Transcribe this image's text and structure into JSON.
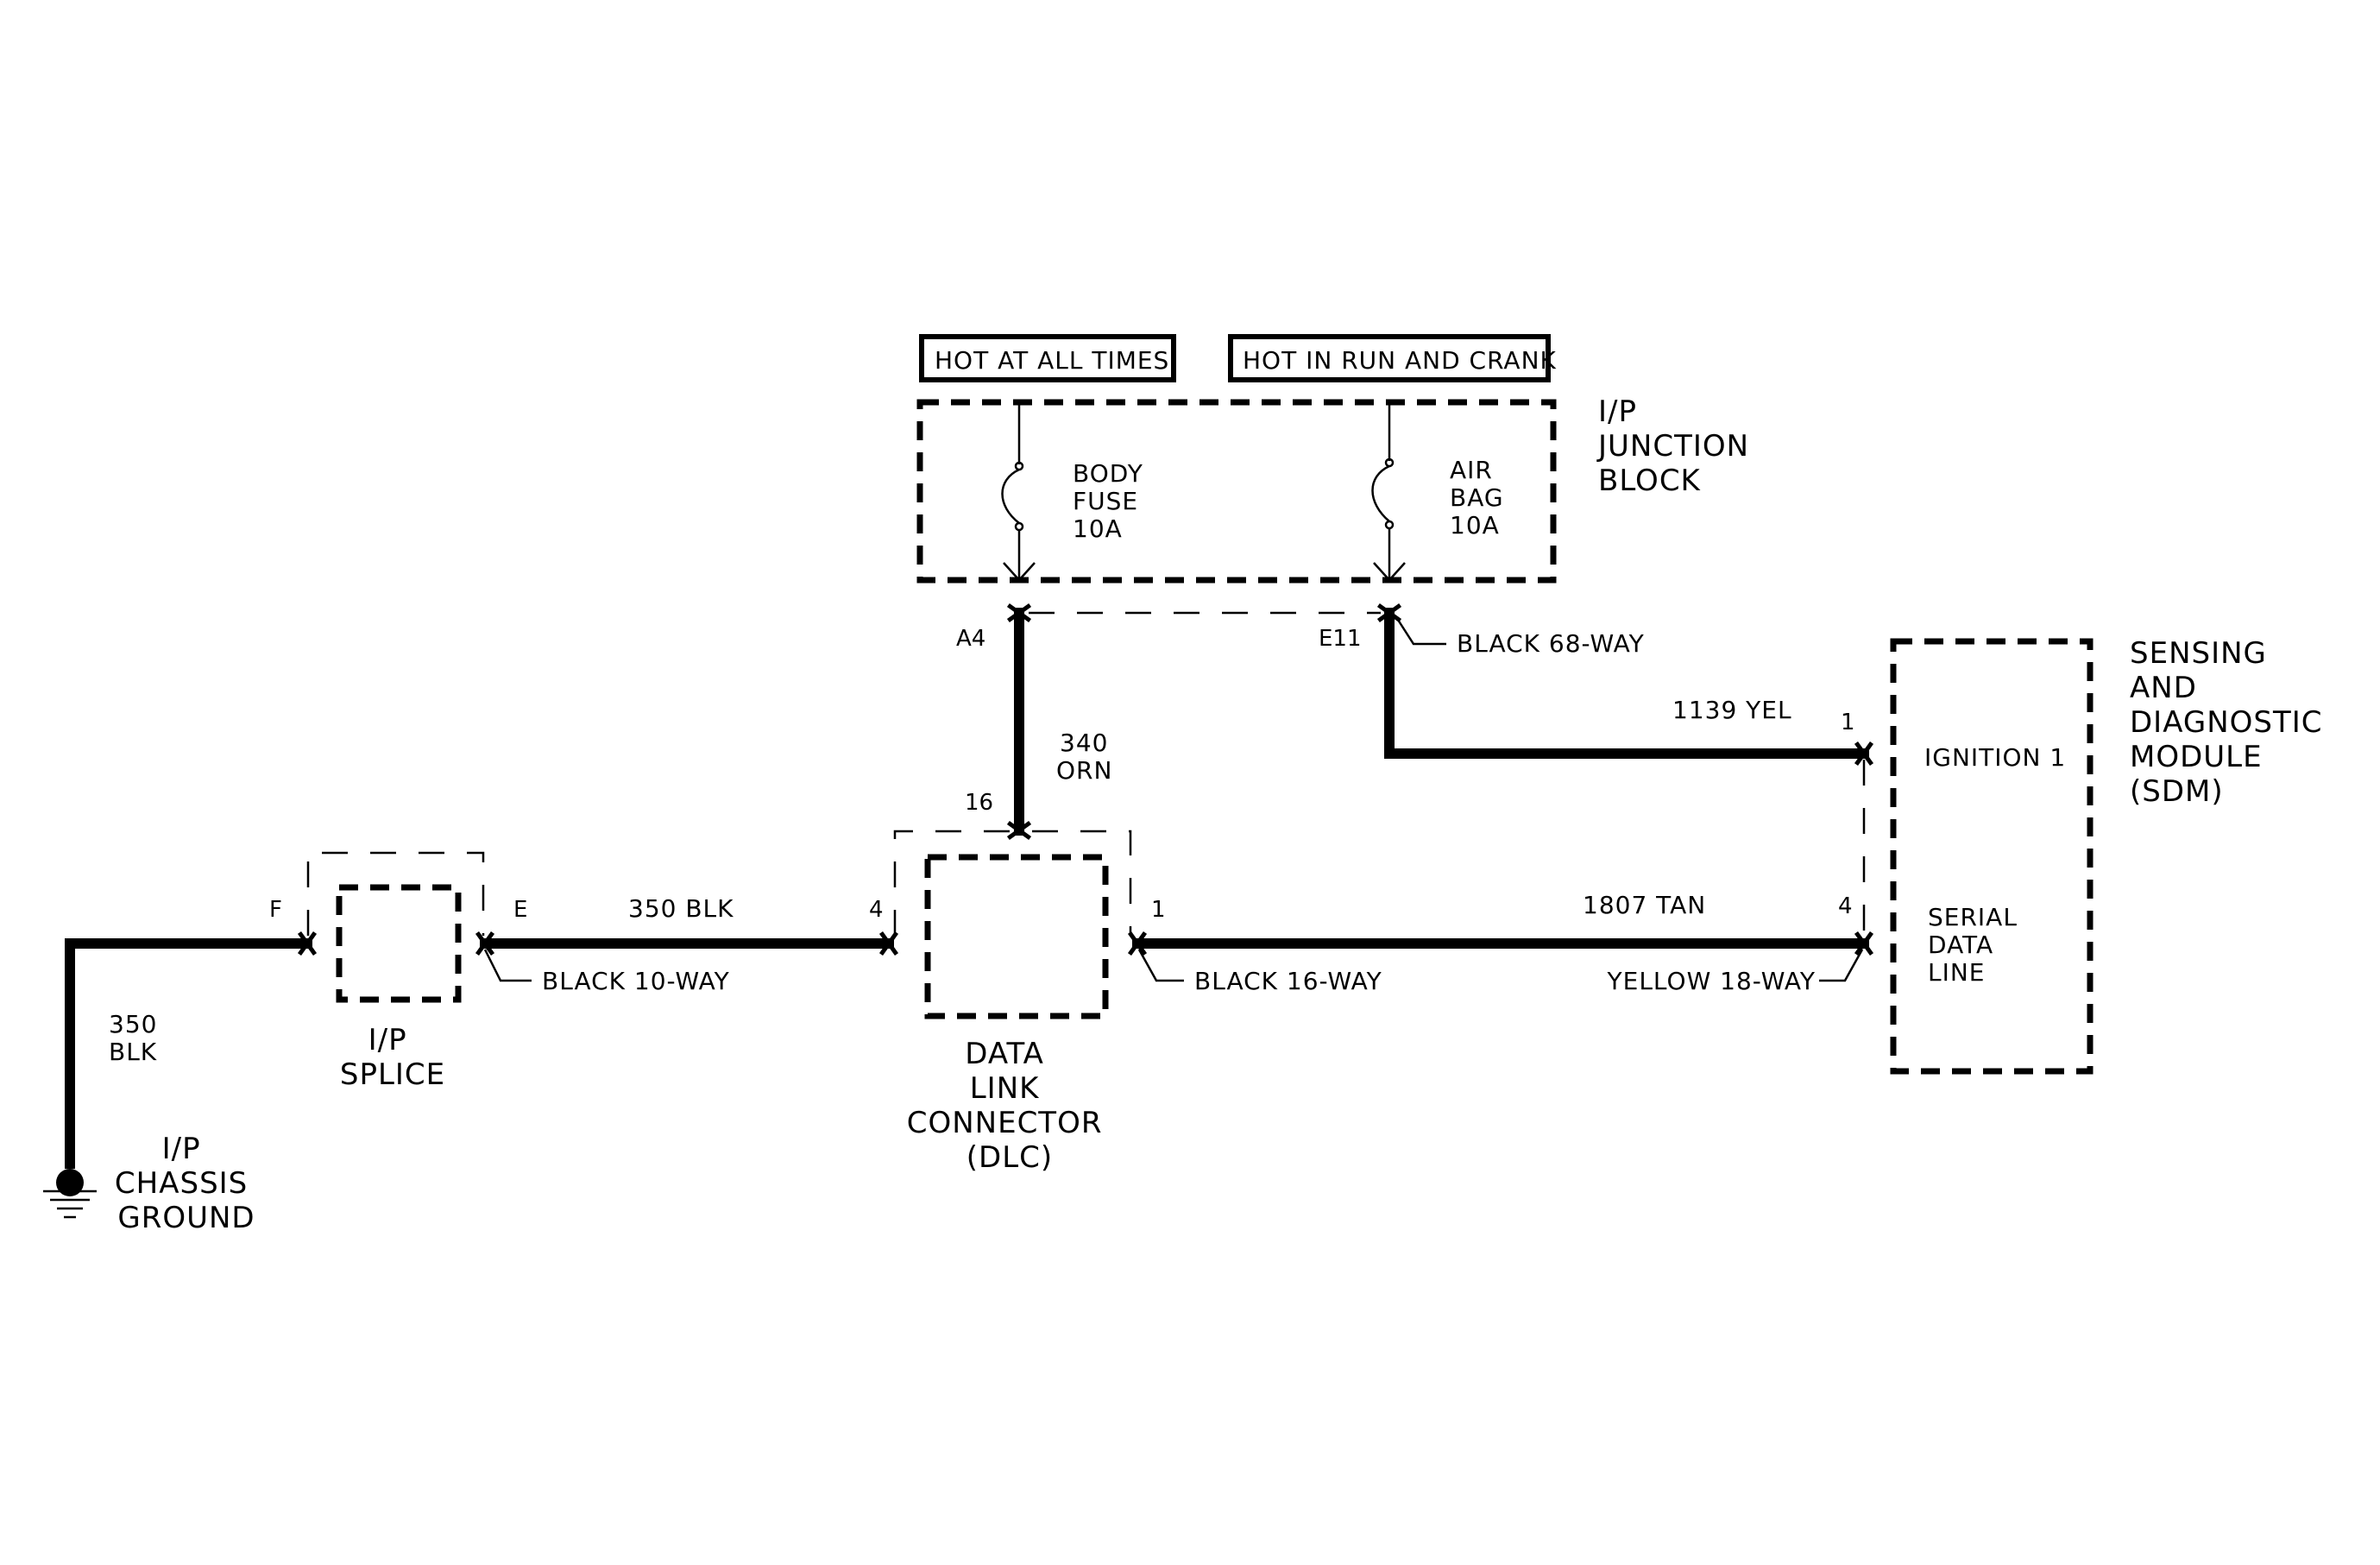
{
  "labels": {
    "hot_at_all_times": "HOT AT ALL TIMES",
    "hot_in_run_crank": "HOT IN RUN AND CRANK",
    "ip_junction_block": [
      "I/P",
      "JUNCTION",
      "BLOCK"
    ],
    "body_fuse": [
      "BODY",
      "FUSE",
      "10A"
    ],
    "air_bag_fuse": [
      "AIR",
      "BAG",
      "10A"
    ],
    "sdm": [
      "SENSING",
      "AND",
      "DIAGNOSTIC",
      "MODULE",
      "(SDM)"
    ],
    "ignition_1": "IGNITION 1",
    "serial_data_line": [
      "SERIAL",
      "DATA",
      "LINE"
    ],
    "dlc": [
      "DATA",
      "LINK",
      "CONNECTOR",
      "(DLC)"
    ],
    "ip_splice": [
      "I/P",
      "SPLICE"
    ],
    "ip_chassis_ground": [
      "I/P",
      "CHASSIS",
      "GROUND"
    ]
  },
  "wires": {
    "w340": [
      "340",
      "ORN"
    ],
    "w1139": "1139 YEL",
    "w350_horiz": "350 BLK",
    "w350_vert": [
      "350",
      "BLK"
    ],
    "w1807": "1807 TAN"
  },
  "connectors": {
    "black_68_way": "BLACK 68-WAY",
    "black_10_way": "BLACK 10-WAY",
    "black_16_way": "BLACK 16-WAY",
    "yellow_18_way": "YELLOW 18-WAY"
  },
  "pins": {
    "a4": "A4",
    "e11": "E11",
    "dlc_16": "16",
    "dlc_4": "4",
    "dlc_1": "1",
    "sdm_1": "1",
    "sdm_4": "4",
    "splice_f": "F",
    "splice_e": "E"
  }
}
